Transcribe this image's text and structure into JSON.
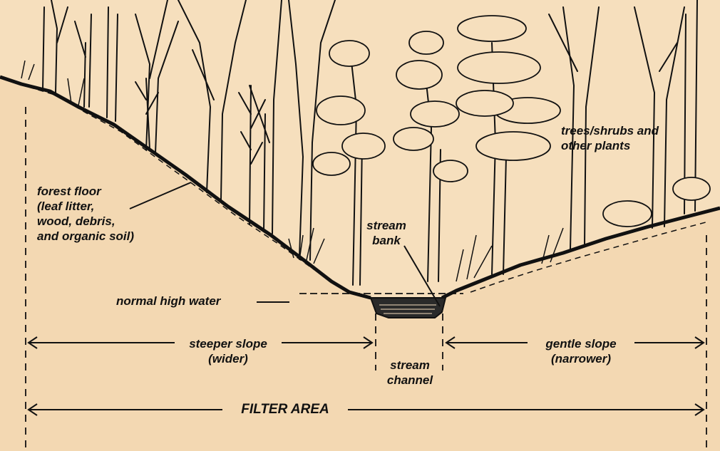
{
  "labels": {
    "trees": {
      "line1": "trees/shrubs and",
      "line2": "other plants"
    },
    "forest_floor": {
      "line1": "forest floor",
      "line2": "(leaf litter,",
      "line3": "wood, debris,",
      "line4": "and organic soil)"
    },
    "stream_bank": {
      "line1": "stream",
      "line2": "bank"
    },
    "normal_high_water": "normal high water",
    "steeper_slope": {
      "line1": "steeper slope",
      "line2": "(wider)"
    },
    "stream_channel": {
      "line1": "stream",
      "line2": "channel"
    },
    "gentle_slope": {
      "line1": "gentle slope",
      "line2": "(narrower)"
    },
    "filter_area": "FILTER AREA"
  },
  "colors": {
    "background": "#f6dfbd",
    "ink": "#111111",
    "water": "#2a2a2a"
  }
}
